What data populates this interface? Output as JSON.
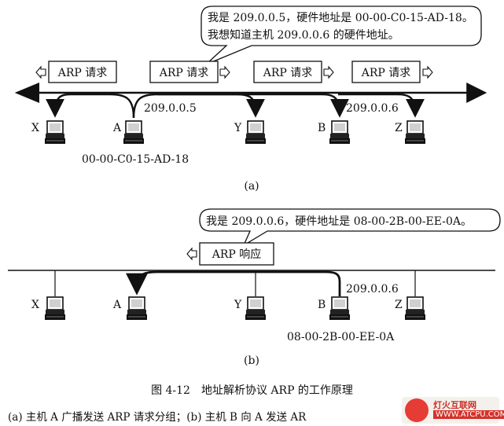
{
  "panel_a": {
    "bubble_line1": "我是 209.0.0.5，硬件地址是 00-00-C0-15-AD-18。",
    "bubble_line2": "我想知道主机 209.0.0.6 的硬件地址。",
    "request_label": "ARP 请求",
    "hosts": [
      "X",
      "A",
      "Y",
      "B",
      "Z"
    ],
    "ip_a": "209.0.0.5",
    "ip_b": "209.0.0.6",
    "mac_a": "00-00-C0-15-AD-18",
    "tag": "(a)"
  },
  "panel_b": {
    "bubble_text": "我是 209.0.0.6，硬件地址是 08-00-2B-00-EE-0A。",
    "reply_label": "ARP 响应",
    "hosts": [
      "X",
      "A",
      "Y",
      "B",
      "Z"
    ],
    "ip_b": "209.0.0.6",
    "mac_b": "08-00-2B-00-EE-0A",
    "tag": "(b)"
  },
  "caption": "图 4-12　地址解析协议 ARP 的工作原理",
  "footnote": "(a) 主机 A 广播发送 ARP 请求分组；(b) 主机 B 向 A 发送 AR",
  "watermark": {
    "line1": "灯火互联网",
    "line2": "WWW.ATCPU.COM"
  }
}
